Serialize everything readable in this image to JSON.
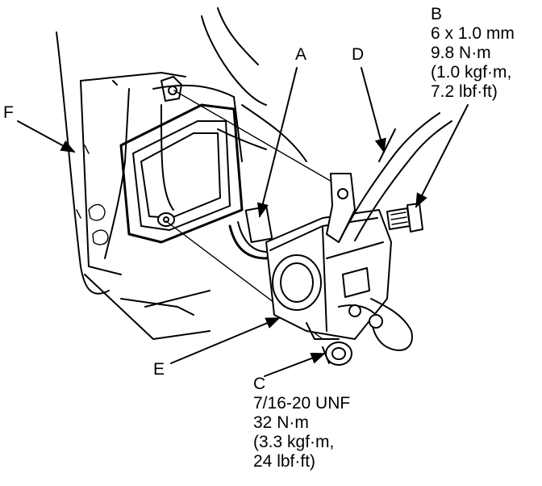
{
  "callouts": {
    "a": {
      "letter": "A"
    },
    "b": {
      "letter": "B",
      "spec": [
        "6 x 1.0 mm",
        "9.8 N·m",
        "(1.0 kgf·m,",
        "7.2 lbf·ft)"
      ]
    },
    "c": {
      "letter": "C",
      "spec": [
        "7/16-20 UNF",
        "32 N·m",
        "(3.3 kgf·m,",
        "24 lbf·ft)"
      ]
    },
    "d": {
      "letter": "D"
    },
    "e": {
      "letter": "E"
    },
    "f": {
      "letter": "F"
    }
  }
}
